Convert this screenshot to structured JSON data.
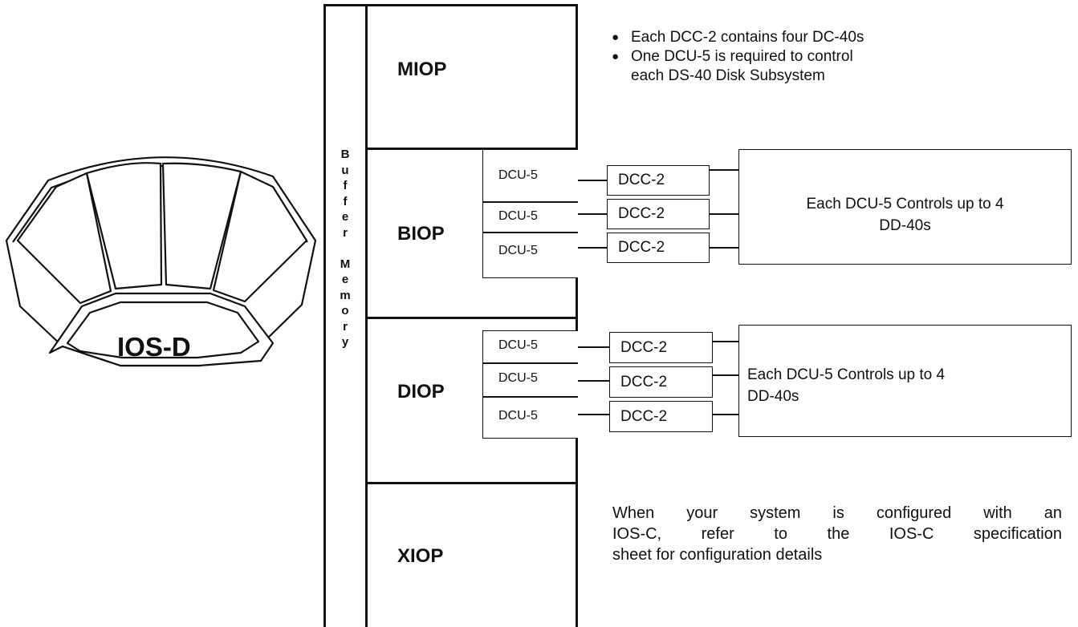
{
  "ios_label": "IOS-D",
  "buffer_memory_letters": [
    "B",
    "u",
    "f",
    "f",
    "e",
    "r",
    "",
    "M",
    "e",
    "m",
    "o",
    "r",
    "y"
  ],
  "processors": {
    "miop": "MIOP",
    "biop": "BIOP",
    "diop": "DIOP",
    "xiop": "XIOP"
  },
  "biop_group": {
    "dcu": [
      "DCU-5",
      "DCU-5",
      "DCU-5"
    ],
    "dcc": [
      "DCC-2",
      "DCC-2",
      "DCC-2"
    ],
    "description_line1": "Each DCU-5 Controls up to 4",
    "description_line2": "DD-40s"
  },
  "diop_group": {
    "dcu": [
      "DCU-5",
      "DCU-5",
      "DCU-5"
    ],
    "dcc": [
      "DCC-2",
      "DCC-2",
      "DCC-2"
    ],
    "description_line1": "Each DCU-5 Controls up to 4",
    "description_line2": "DD-40s"
  },
  "notes": {
    "bullet1": "Each DCC-2 contains four DC-40s",
    "bullet2_line1": "One DCU-5 is required to control",
    "bullet2_line2": "each DS-40 Disk Subsystem"
  },
  "iosc_note": {
    "line1": "When your system is configured with an",
    "line2": "IOS-C, refer to the IOS-C specification",
    "line3": "sheet for configuration details"
  }
}
